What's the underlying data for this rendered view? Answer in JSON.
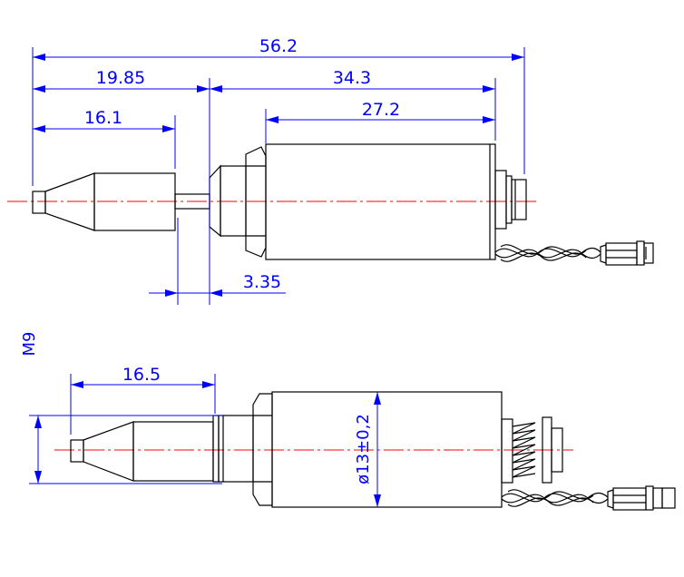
{
  "colors": {
    "outline": "#000000",
    "dimension": "#0000ff",
    "centerline": "#ff0000",
    "background": "#ffffff"
  },
  "top_view": {
    "dim_overall": "56.2",
    "dim_left": "19.85",
    "dim_right": "34.3",
    "dim_tip": "16.1",
    "dim_body": "27.2",
    "dim_gap": "3.35"
  },
  "bottom_view": {
    "dim_thread": "M9",
    "dim_tip": "16.5",
    "dim_diameter": "ø13±0,2"
  }
}
